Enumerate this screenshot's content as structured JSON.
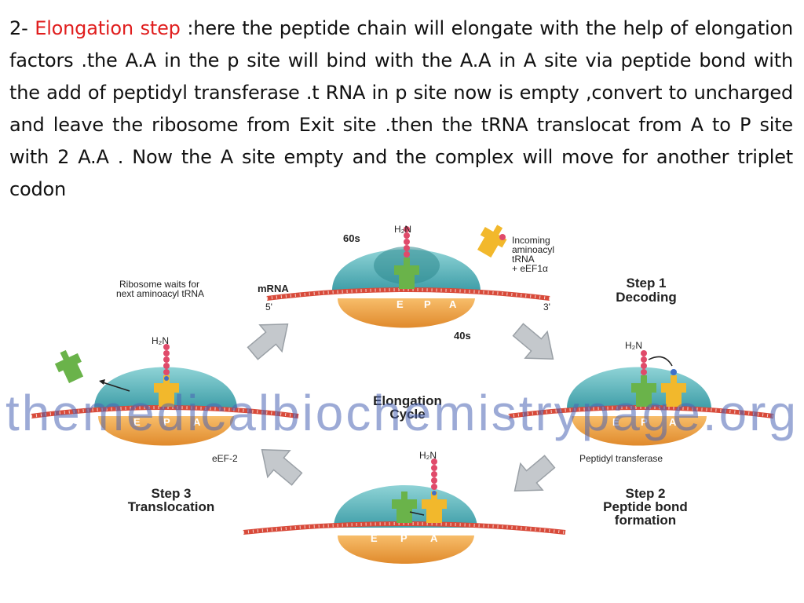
{
  "paragraph": {
    "prefix": "2- ",
    "highlight": "Elongation step",
    "body": " :here the peptide chain will elongate with the help of elongation factors .the A.A in the p site will bind with the A.A  in A site via peptide bond with the add of peptidyl transferase .t RNA in p site now is empty ,convert  to uncharged and leave the ribosome from Exit site .then the tRNA translocat from A to P site with 2 A.A . Now the A site empty  and the complex will move for another triplet codon",
    "highlight_color": "#e01e1e"
  },
  "diagram": {
    "center": {
      "line1": "Elongation",
      "line2": "Cycle"
    },
    "watermark": "themedicalbiochemistrypage.org",
    "sites": [
      "E",
      "P",
      "A"
    ],
    "h2n": "H₂N",
    "top": {
      "subunit_60s": "60s",
      "subunit_40s": "40s",
      "mrna": "mRNA",
      "five_prime": "5'",
      "three_prime": "3'",
      "incoming": [
        "Incoming",
        "aminoacyl",
        "tRNA",
        "+ eEF1α"
      ]
    },
    "left": {
      "waits": [
        "Ribosome waits for",
        "next aminoacyl tRNA"
      ],
      "eef2": "eEF-2"
    },
    "right": {
      "peptidyl": "Peptidyl transferase"
    },
    "steps": {
      "step1": [
        "Step 1",
        "Decoding"
      ],
      "step2": [
        "Step 2",
        "Peptide bond",
        "formation"
      ],
      "step3": [
        "Step 3",
        "Translocation"
      ]
    },
    "colors": {
      "ribosome_large": "#5ab8c0",
      "ribosome_small": "#f0a64a",
      "mrna": "#d84a3a",
      "trna_green": "#6ab34a",
      "trna_yellow": "#f2b82c",
      "peptide_bead": "#e04a6a",
      "arrow_gray": "#bfc3c8"
    }
  }
}
